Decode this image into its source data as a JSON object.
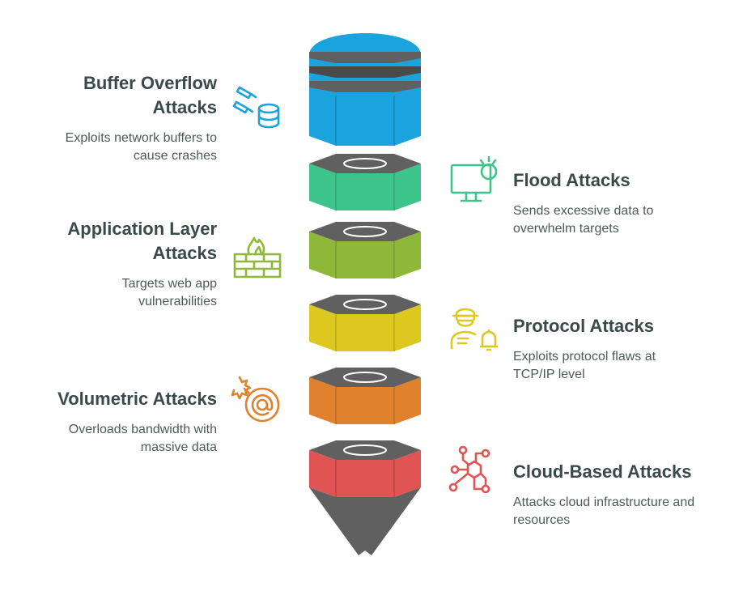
{
  "items": [
    {
      "title": "Buffer Overflow Attacks",
      "description": "Exploits network buffers to cause crashes",
      "color": "#1aa3dc",
      "icon": "missile-database-icon",
      "side": "left"
    },
    {
      "title": "Flood Attacks",
      "description": "Sends excessive data to overwhelm targets",
      "color": "#3cc48a",
      "icon": "monitor-alert-icon",
      "side": "right"
    },
    {
      "title": "Application Layer Attacks",
      "description": "Targets web app vulnerabilities",
      "color": "#8db83a",
      "icon": "firewall-fire-icon",
      "side": "left"
    },
    {
      "title": "Protocol Attacks",
      "description": "Exploits protocol flaws at TCP/IP level",
      "color": "#dcc81e",
      "icon": "hacker-bell-icon",
      "side": "right"
    },
    {
      "title": "Volumetric Attacks",
      "description": "Overloads bandwidth with massive data",
      "color": "#e0812e",
      "icon": "bomb-email-icon",
      "side": "left"
    },
    {
      "title": "Cloud-Based Attacks",
      "description": "Attacks cloud infrastructure and resources",
      "color": "#e05454",
      "icon": "network-nodes-icon",
      "side": "right"
    }
  ],
  "colors": {
    "cap": "#606060",
    "capDark": "#4a4a4a",
    "text": "#3a4a4a"
  }
}
